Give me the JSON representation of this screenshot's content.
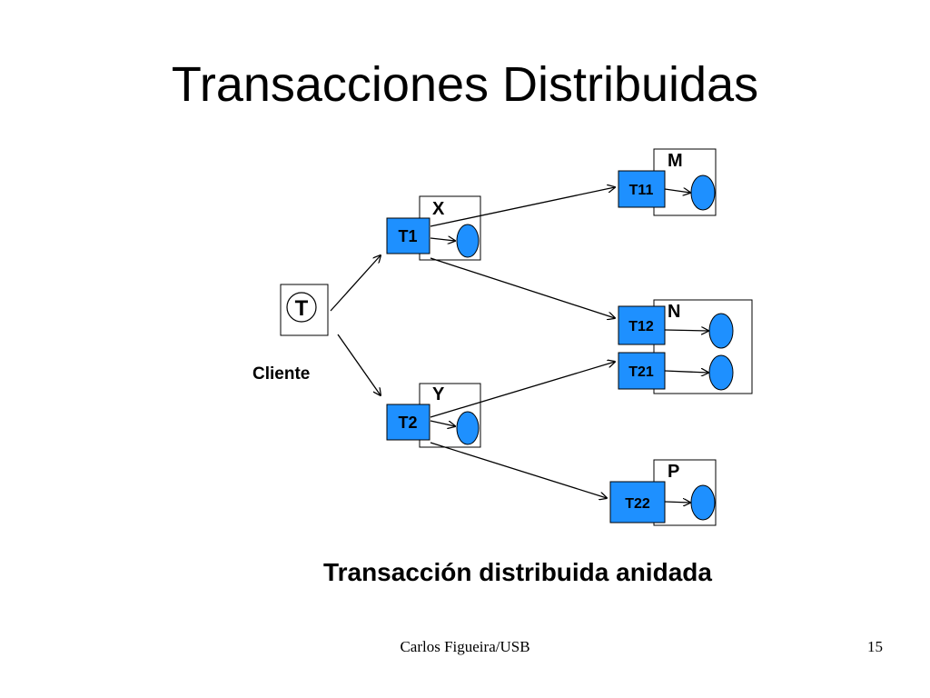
{
  "title": "Transacciones Distribuidas",
  "caption": "Transacción distribuida anidada",
  "footer": {
    "author": "Carlos Figueira/USB",
    "page": "15"
  },
  "diagram": {
    "client_label": "Cliente",
    "root": "T",
    "servers": {
      "x": "X",
      "y": "Y",
      "m": "M",
      "n": "N",
      "p": "P"
    },
    "transactions": {
      "t1": "T1",
      "t2": "T2",
      "t11": "T11",
      "t12": "T12",
      "t21": "T21",
      "t22": "T22"
    },
    "colors": {
      "node_fill": "#1e90ff",
      "border": "#000000"
    }
  }
}
